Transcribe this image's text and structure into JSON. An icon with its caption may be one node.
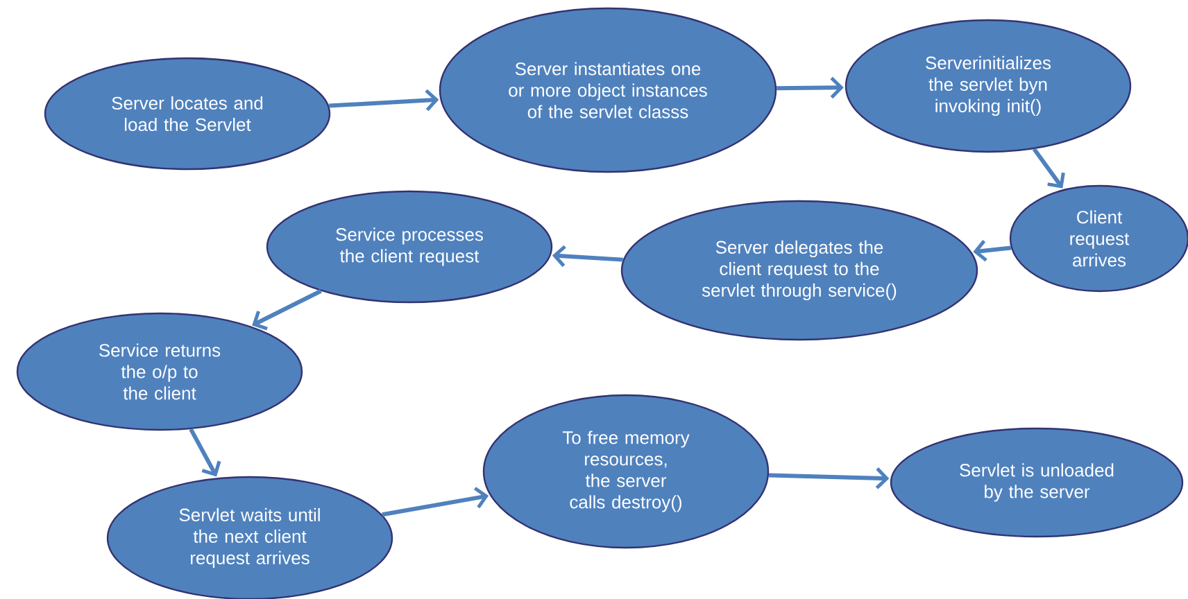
{
  "diagram": {
    "nodes": [
      {
        "text": [
          "Server locates and load the Servlet"
        ]
      },
      {
        "text": [
          "Server instantiates one or more object instances of the servlet classs"
        ]
      },
      {
        "text": [
          "Serverinitializes the servlet byn invoking init()"
        ]
      },
      {
        "text": [
          "Client request arrives"
        ]
      },
      {
        "text": [
          "Server delegates the client request to the servlet through service()"
        ]
      },
      {
        "text": [
          "Service processes the client request"
        ]
      },
      {
        "text": [
          "Service returns the o/p to the client"
        ]
      },
      {
        "text": [
          "Servlet waits until the next client request arrives"
        ]
      },
      {
        "text": [
          "To free memory resources, the server calls destroy()"
        ]
      },
      {
        "text": [
          "Servlet is unloaded by the server"
        ]
      }
    ],
    "edges": [
      {
        "from": 0,
        "to": 1,
        "arrow": "to"
      },
      {
        "from": 1,
        "to": 2,
        "arrow": "to"
      },
      {
        "from": 2,
        "to": 3,
        "arrow": "to"
      },
      {
        "from": 3,
        "to": 4,
        "arrow": "to"
      },
      {
        "from": 4,
        "to": 5,
        "arrow": "to"
      },
      {
        "from": 5,
        "to": 6,
        "arrow": "to"
      },
      {
        "from": 6,
        "to": 7,
        "arrow": "to"
      },
      {
        "from": 7,
        "to": 8,
        "arrow": "to"
      },
      {
        "from": 8,
        "to": 9,
        "arrow": "to"
      }
    ]
  }
}
